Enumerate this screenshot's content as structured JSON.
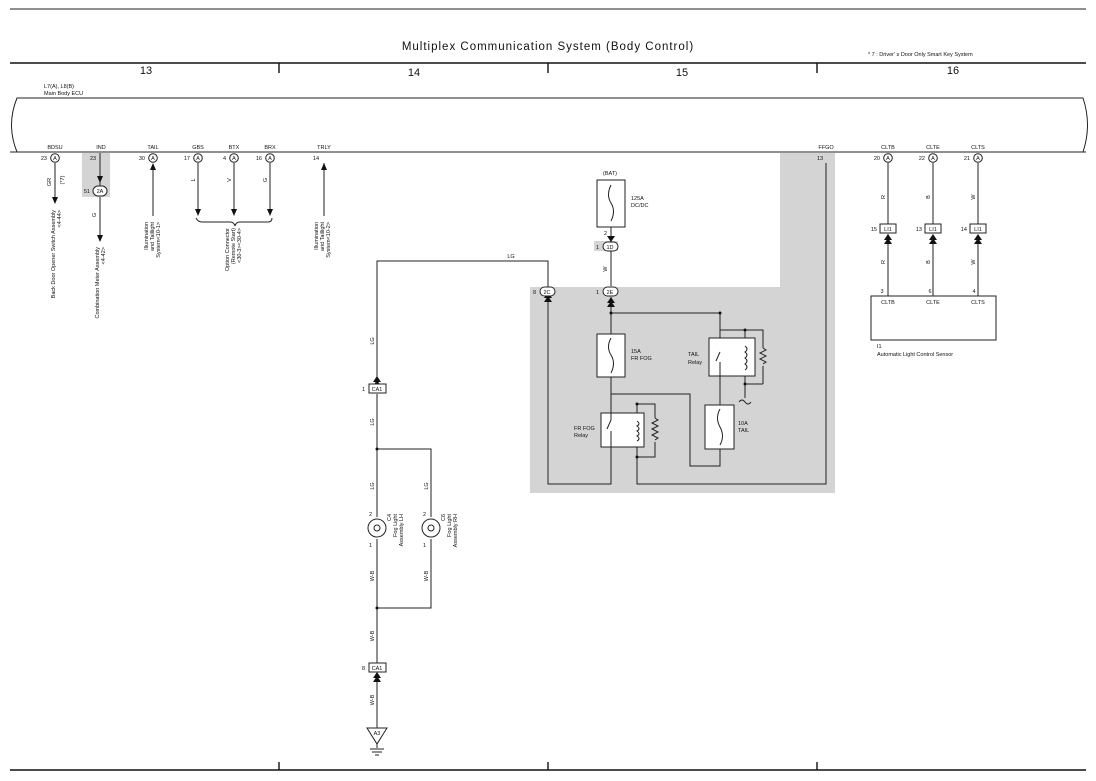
{
  "title": "Multiplex Communication System (Body Control)",
  "footnote": "* 7 : Driver' s Door Only Smart Key System",
  "columns": [
    "13",
    "14",
    "15",
    "16"
  ],
  "ecu": {
    "code": "L7(A), L8(B)",
    "name": "Main Body ECU"
  },
  "ecu_pins": [
    {
      "label": "BDSU",
      "num": "23",
      "conn": "A"
    },
    {
      "label": "IND",
      "num": "23",
      "conn": ""
    },
    {
      "label": "TAIL",
      "num": "30",
      "conn": "A"
    },
    {
      "label": "GBS",
      "num": "17",
      "conn": "A"
    },
    {
      "label": "BTX",
      "num": "4",
      "conn": "A"
    },
    {
      "label": "BRX",
      "num": "16",
      "conn": "A"
    },
    {
      "label": "TRLY",
      "num": "14",
      "conn": ""
    },
    {
      "label": "FFGO",
      "num": "13",
      "conn": ""
    },
    {
      "label": "CLTB",
      "num": "20",
      "conn": "A"
    },
    {
      "label": "CLTE",
      "num": "22",
      "conn": "A"
    },
    {
      "label": "CLTS",
      "num": "21",
      "conn": "A"
    }
  ],
  "wires": {
    "gr": "GR",
    "star7": "(*7)",
    "g": "G",
    "l": "L",
    "v": "V",
    "g2": "G",
    "lg": "LG",
    "w": "W",
    "r": "R",
    "b": "B",
    "w2": "W",
    "wb": "W-B"
  },
  "connectors": {
    "c2a": "2A",
    "c2a_pin": "51",
    "c1d": "1D",
    "c1d_pin": "1",
    "c2e": "2E",
    "c2e_pin": "1",
    "c2c": "2C",
    "c2c_pin": "8",
    "ca1": "CA1",
    "ca1_top_pin": "1",
    "ca1_bot_pin": "8",
    "li1": "LI1",
    "a3": "A3"
  },
  "refs": {
    "back_door": "Back Door Opener Switch Assembly",
    "back_door_ref": "<4-44>",
    "combination": "Combination Meter Assembly",
    "combination_ref": "<4-42>",
    "illum1": "Illumination",
    "illum1b": "and Taillight",
    "illum1c": "System<10-1>",
    "option": "Option Connector",
    "option_b": "(Remote Start)",
    "option_c": "<30-3><30-4>",
    "illum2": "Illumination",
    "illum2b": "and Taillight",
    "illum2c": "System<10-2>"
  },
  "components": {
    "bat": "(BAT)",
    "fuse125": "125A",
    "fuse125b": "DC/DC",
    "fuse15": "15A",
    "fuse15b": "FR FOG",
    "fuse10": "10A",
    "fuse10b": "TAIL",
    "tail_relay": "TAIL",
    "tail_relay_b": "Relay",
    "frfog_relay": "FR FOG",
    "frfog_relay_b": "Relay",
    "fog_lh": "Fog Light",
    "fog_lh_b": "Assembly LH",
    "fog_lh_code": "C4",
    "fog_rh": "Fog Light",
    "fog_rh_b": "Assembly RH",
    "fog_rh_code": "C6",
    "sensor_code": "I1",
    "sensor_name": "Automatic Light Control Sensor",
    "sensor_pins": [
      "CLTB",
      "CLTE",
      "CLTS"
    ],
    "sensor_nums": [
      "3",
      "6",
      "4"
    ],
    "li1_pins": [
      "15",
      "13",
      "14"
    ],
    "fuse125_pin": "2",
    "c2a_top": "23",
    "lamp_pin_top": "2",
    "lamp_pin_bot": "1"
  }
}
